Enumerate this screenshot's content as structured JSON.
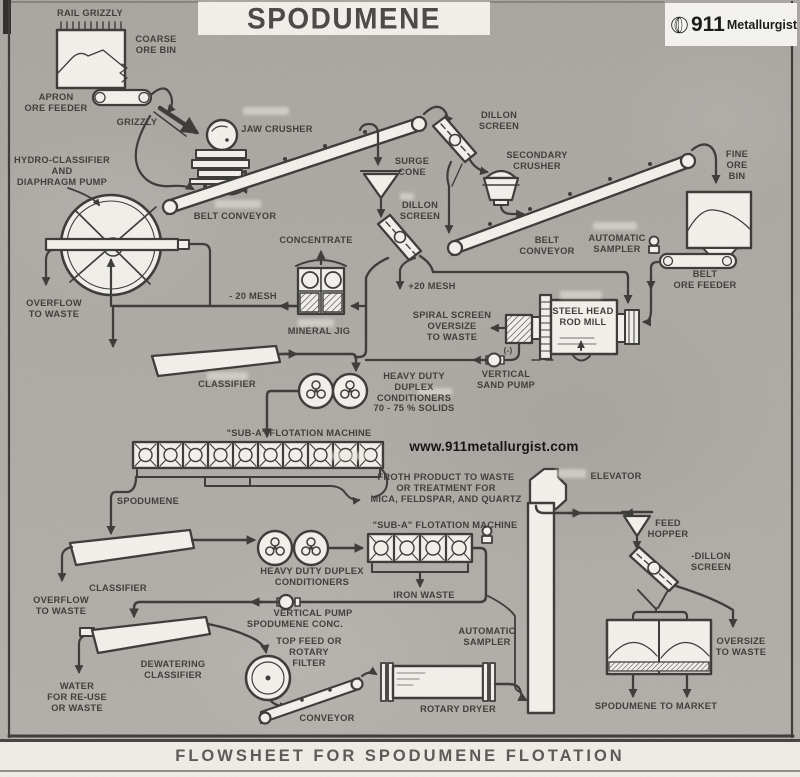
{
  "header": {
    "title": "SPODUMENE",
    "logo_number": "911",
    "logo_name": "Metallurgist"
  },
  "caption": "FLOWSHEET FOR SPODUMENE FLOTATION",
  "colors": {
    "ink": "#3b3a37",
    "paper": "#b2afaa",
    "panel": "#f5f3ee"
  },
  "labels": {
    "rail_grizzly": "RAIL GRIZZLY",
    "coarse_ore_bin": "COARSE\nORE BIN",
    "apron_ore_feeder": "APRON\nORE FEEDER",
    "grizzly": "GRIZZLY",
    "jaw_crusher": "JAW CRUSHER",
    "belt_conveyor_1": "BELT CONVEYOR",
    "dillon_screen_1": "DILLON\nSCREEN",
    "secondary_crusher": "SECONDARY\nCRUSHER",
    "surge_cone": "SURGE\nCONE",
    "dillon_screen_2": "DILLON\nSCREEN",
    "belt_conveyor_2": "BELT\nCONVEYOR",
    "automatic_sampler_1": "AUTOMATIC\nSAMPLER",
    "fine_ore_bin": "FINE\nORE\nBIN",
    "belt_ore_feeder": "BELT\nORE FEEDER",
    "hydro_classifier": "HYDRO-CLASSIFIER\nAND\nDIAPHRAGM PUMP",
    "overflow_to_waste_1": "OVERFLOW\nTO WASTE",
    "concentrate": "CONCENTRATE",
    "minus_20_mesh": "- 20 MESH",
    "plus_20_mesh": "+20  MESH",
    "mineral_jig": "MINERAL JIG",
    "spiral_screen": "SPIRAL SCREEN\nOVERSIZE\nTO WASTE",
    "rod_mill": "STEEL HEAD\nROD MILL",
    "valve_1": "(-)",
    "vertical_sand_pump": "VERTICAL\nSAND PUMP",
    "classifier_1": "CLASSIFIER",
    "conditioners_1": "HEAVY DUTY\nDUPLEX\nCONDITIONERS\n70 - 75 % SOLIDS",
    "sub_a_1": "\"SUB-A\"  FLOTATION MACHINE",
    "spodumene_left": "SPODUMENE",
    "www": "www.911metallurgist.com",
    "froth_product": "FROTH PRODUCT TO WASTE\nOR TREATMENT FOR\nMICA, FELDSPAR, AND QUARTZ",
    "elevator": "ELEVATOR",
    "sub_a_2": "\"SUB-A\" FLOTATION MACHINE",
    "conditioners_2": "HEAVY DUTY DUPLEX\nCONDITIONERS",
    "iron_waste": "IRON WASTE",
    "feed_hopper": "FEED\nHOPPER",
    "dillon_screen_3": "-DILLON\nSCREEN",
    "classifier_2": "CLASSIFIER",
    "overflow_to_waste_2": "OVERFLOW\nTO WASTE",
    "vertical_pump": "VERTICAL PUMP",
    "spodumene_conc": "SPODUMENE  CONC.",
    "automatic_sampler_2": "AUTOMATIC\nSAMPLER",
    "rotary_filter": "TOP FEED OR\nROTARY\nFILTER",
    "dewatering_classifier": "DEWATERING\nCLASSIFIER",
    "water_reuse": "WATER\nFOR RE-USE\nOR WASTE",
    "conveyor": "CONVEYOR",
    "rotary_dryer": "ROTARY DRYER",
    "oversize_to_waste": "OVERSIZE\nTO WASTE",
    "spodumene_to_market": "SPODUMENE  TO  MARKET"
  }
}
